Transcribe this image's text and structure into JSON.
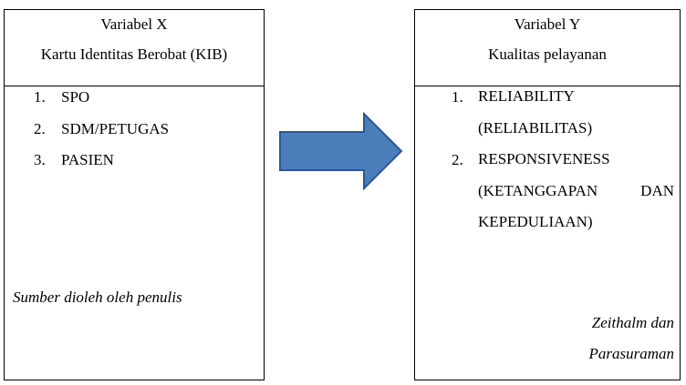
{
  "left_box": {
    "title": "Variabel X",
    "subtitle": "Kartu Identitas Berobat (KIB)",
    "items": [
      {
        "num": "1.",
        "text": "SPO"
      },
      {
        "num": "2.",
        "text": "SDM/PETUGAS"
      },
      {
        "num": "3.",
        "text": "PASIEN"
      }
    ],
    "source": "Sumber dioleh oleh penulis"
  },
  "right_box": {
    "title": "Variabel Y",
    "subtitle": "Kualitas pelayanan",
    "items": [
      {
        "num": "1.",
        "text": "RELIABILITY (RELIABILITAS)"
      },
      {
        "num": "2.",
        "text": "RESPONSIVENESS (KETANGGAPAN DAN KEPEDULIAAN)"
      }
    ],
    "source_line1": "Zeithalm dan",
    "source_line2": "Parasuraman"
  },
  "colors": {
    "arrow_fill": "#4a7ebb",
    "arrow_stroke": "#2f5597",
    "border": "#000000"
  }
}
